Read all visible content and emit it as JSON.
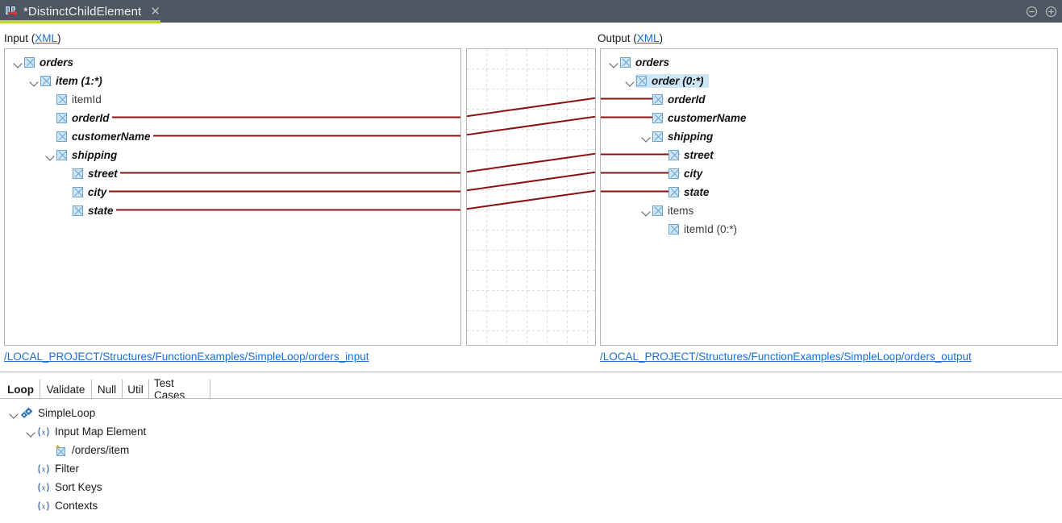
{
  "window": {
    "tab_title": "*DistinctChildElement",
    "tab_icon": "mapping-file-icon",
    "close_icon": "close-icon",
    "minimize_icon": "minimize-icon",
    "maximize_icon": "maximize-icon",
    "accent_color": "#bed730",
    "titlebar_color": "#4e5661"
  },
  "input_panel": {
    "label_prefix": "Input (",
    "label_link": "XML",
    "label_suffix": ")",
    "path": "/LOCAL_PROJECT/Structures/FunctionExamples/SimpleLoop/orders_input",
    "rows": [
      {
        "label": "orders",
        "indent": 0,
        "twisty": "expanded",
        "style": "mapped"
      },
      {
        "label": "item (1:*)",
        "indent": 1,
        "twisty": "expanded",
        "style": "mapped"
      },
      {
        "label": "itemId",
        "indent": 2,
        "twisty": "none",
        "style": "plain"
      },
      {
        "label": "orderId",
        "indent": 2,
        "twisty": "none",
        "style": "mapped"
      },
      {
        "label": "customerName",
        "indent": 2,
        "twisty": "none",
        "style": "mapped"
      },
      {
        "label": "shipping",
        "indent": 2,
        "twisty": "expanded",
        "style": "mapped"
      },
      {
        "label": "street",
        "indent": 3,
        "twisty": "none",
        "style": "mapped"
      },
      {
        "label": "city",
        "indent": 3,
        "twisty": "none",
        "style": "mapped"
      },
      {
        "label": "state",
        "indent": 3,
        "twisty": "none",
        "style": "mapped"
      }
    ]
  },
  "output_panel": {
    "label_prefix": "Output (",
    "label_link": "XML",
    "label_suffix": ")",
    "path": "/LOCAL_PROJECT/Structures/FunctionExamples/SimpleLoop/orders_output",
    "rows": [
      {
        "label": "orders",
        "indent": 0,
        "twisty": "expanded",
        "style": "mapped",
        "selected": false
      },
      {
        "label": "order (0:*)",
        "indent": 1,
        "twisty": "expanded",
        "style": "mapped",
        "selected": true
      },
      {
        "label": "orderId",
        "indent": 2,
        "twisty": "none",
        "style": "mapped",
        "selected": false
      },
      {
        "label": "customerName",
        "indent": 2,
        "twisty": "none",
        "style": "mapped",
        "selected": false
      },
      {
        "label": "shipping",
        "indent": 2,
        "twisty": "expanded",
        "style": "mapped",
        "selected": false
      },
      {
        "label": "street",
        "indent": 3,
        "twisty": "none",
        "style": "mapped",
        "selected": false
      },
      {
        "label": "city",
        "indent": 3,
        "twisty": "none",
        "style": "mapped",
        "selected": false
      },
      {
        "label": "state",
        "indent": 3,
        "twisty": "none",
        "style": "mapped",
        "selected": false
      },
      {
        "label": "items",
        "indent": 2,
        "twisty": "expanded",
        "style": "plain",
        "selected": false
      },
      {
        "label": "itemId (0:*)",
        "indent": 3,
        "twisty": "none",
        "style": "plain",
        "selected": false
      }
    ]
  },
  "mappings": {
    "line_color": "#8b1013",
    "links": [
      {
        "from": "orderId",
        "to": "orderId"
      },
      {
        "from": "customerName",
        "to": "customerName"
      },
      {
        "from": "street",
        "to": "street"
      },
      {
        "from": "city",
        "to": "city"
      },
      {
        "from": "state",
        "to": "state"
      }
    ]
  },
  "bottom_tabs": {
    "items": [
      {
        "label": "Loop",
        "active": true
      },
      {
        "label": "Validate",
        "active": false
      },
      {
        "label": "Null",
        "active": false
      },
      {
        "label": "Util",
        "active": false
      },
      {
        "label": "Test Cases",
        "active": false
      }
    ]
  },
  "bottom_tree": {
    "rows": [
      {
        "label": "SimpleLoop",
        "indent": 0,
        "twisty": "expanded",
        "icon": "gears-icon"
      },
      {
        "label": "Input Map Element",
        "indent": 1,
        "twisty": "expanded",
        "icon": "function-icon"
      },
      {
        "label": "/orders/item",
        "indent": 2,
        "twisty": "none",
        "icon": "element-ref-icon"
      },
      {
        "label": "Filter",
        "indent": 1,
        "twisty": "none",
        "icon": "function-icon"
      },
      {
        "label": "Sort Keys",
        "indent": 1,
        "twisty": "none",
        "icon": "function-icon"
      },
      {
        "label": "Contexts",
        "indent": 1,
        "twisty": "none",
        "icon": "function-icon"
      }
    ]
  }
}
